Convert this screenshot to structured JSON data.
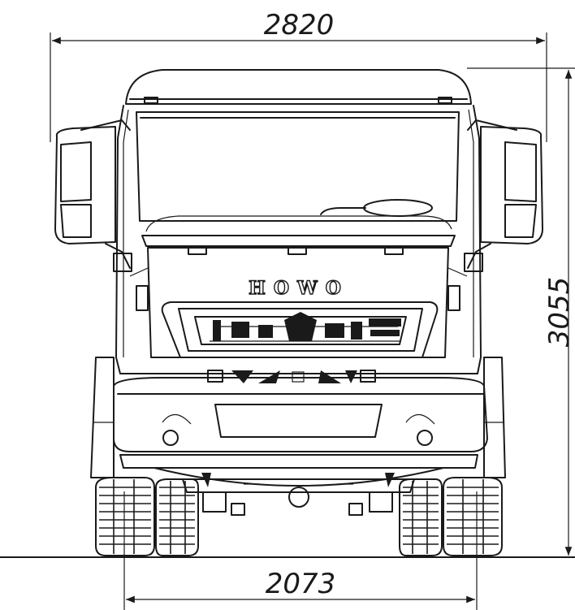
{
  "dimensions": {
    "overall_width": "2820",
    "overall_height": "3055",
    "track_width": "2073"
  },
  "brand": {
    "logo_text": "HOWO"
  }
}
